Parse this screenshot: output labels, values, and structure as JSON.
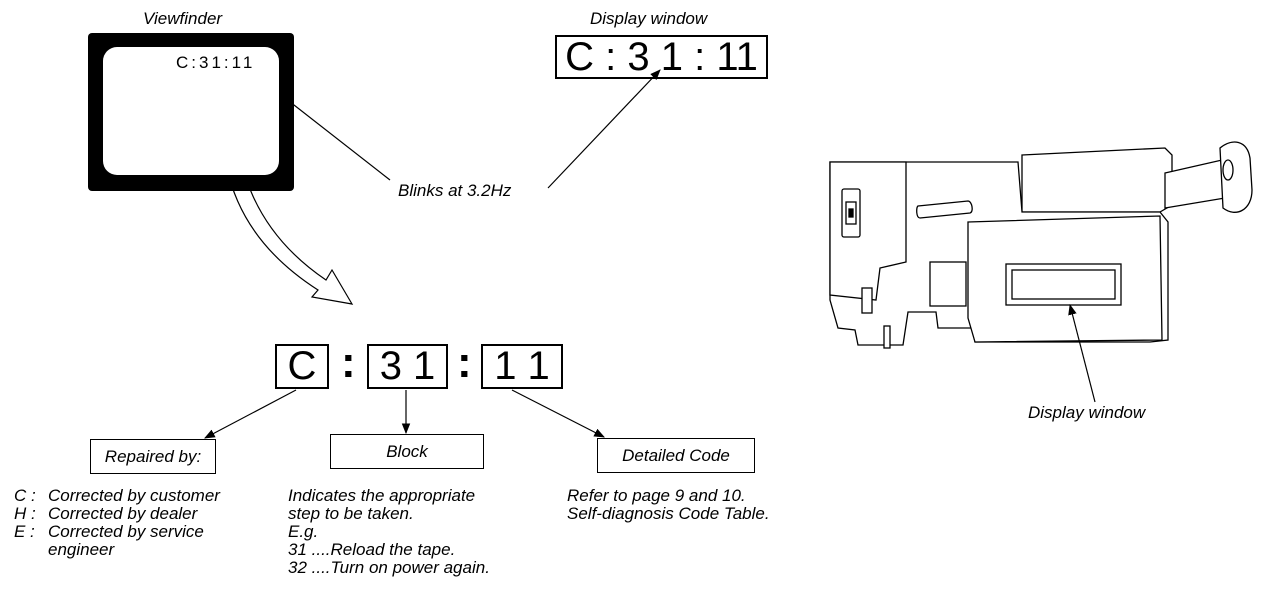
{
  "viewfinder": {
    "title": "Viewfinder",
    "code": "C:31:11"
  },
  "display_window": {
    "title": "Display window",
    "code": "C : 3 1 : 11"
  },
  "blink_note": "Blinks at 3.2Hz",
  "code_breakdown": {
    "part1": "C",
    "colon": ":",
    "part2": "3 1",
    "part3": "1 1"
  },
  "labels": {
    "repaired_by": "Repaired by:",
    "block": "Block",
    "detailed_code": "Detailed Code"
  },
  "repaired_by_items": [
    {
      "code": "C :",
      "text": "Corrected by customer"
    },
    {
      "code": "H :",
      "text": "Corrected by dealer"
    },
    {
      "code": "E :",
      "text": "Corrected by service"
    },
    {
      "code": "",
      "text": "engineer"
    }
  ],
  "block_description": [
    "Indicates the appropriate",
    "step to be taken.",
    "E.g.",
    "31 ....Reload the tape.",
    "32 ....Turn on power again."
  ],
  "detailed_code_description": [
    "Refer to page 9 and 10.",
    "Self-diagnosis Code Table."
  ],
  "camera_display_label": "Display window"
}
